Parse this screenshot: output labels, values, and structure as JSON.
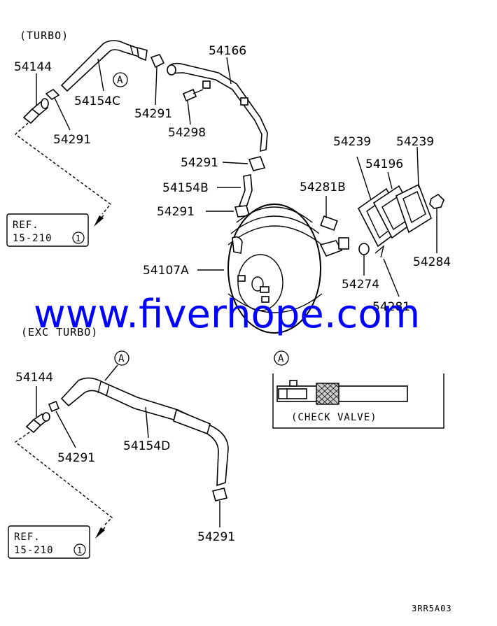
{
  "sections": {
    "turbo": "(TURBO)",
    "exc_turbo": "(EXC TURBO)"
  },
  "labels": {
    "p54144_top": "54144",
    "p54154c": "54154C",
    "p54291_a": "54291",
    "p54166": "54166",
    "p54298": "54298",
    "p54291_left_top": "54291",
    "p54291_b": "54291",
    "p54154b": "54154B",
    "p54291_c": "54291",
    "p54107a": "54107A",
    "p54239_a": "54239",
    "p54239_b": "54239",
    "p54196": "54196",
    "p54281b": "54281B",
    "p54284": "54284",
    "p54274": "54274",
    "p54281": "54281",
    "p54144_bot": "54144",
    "p54291_left_bot": "54291",
    "p54154d": "54154D",
    "p54291_bot": "54291"
  },
  "refs": {
    "top": {
      "line1": "REF.",
      "line2": "15-210",
      "num": "1"
    },
    "bottom": {
      "line1": "REF.",
      "line2": "15-210",
      "num": "1"
    }
  },
  "callouts": {
    "a1": "A",
    "a2": "A",
    "a3": "A"
  },
  "check_valve": "(CHECK VALVE)",
  "watermark": "www.fiverhope.com",
  "diagram_code": "3RR5A03"
}
